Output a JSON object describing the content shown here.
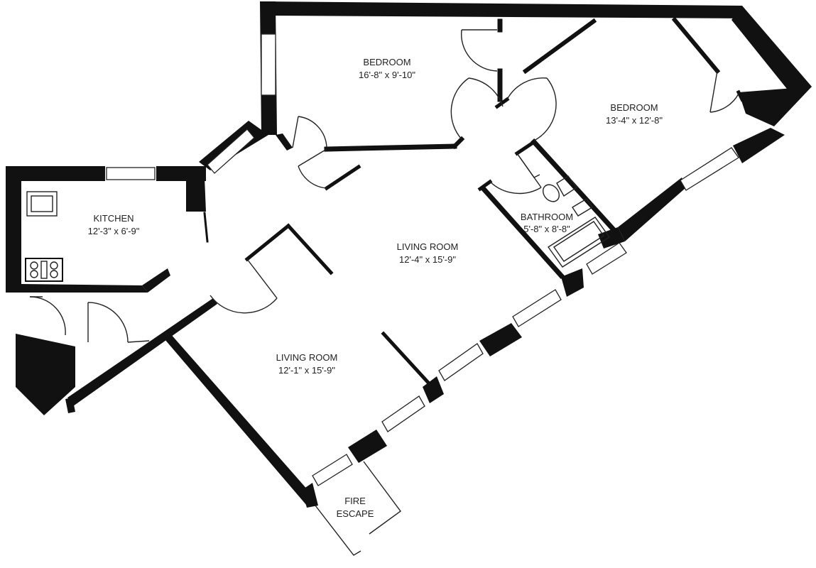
{
  "rooms": {
    "bedroom_1": {
      "name": "BEDROOM",
      "dims": "16'-8\" x 9'-10\""
    },
    "bedroom_2": {
      "name": "BEDROOM",
      "dims": "13'-4\" x 12'-8\""
    },
    "kitchen": {
      "name": "KITCHEN",
      "dims": "12'-3\" x 6'-9\""
    },
    "bathroom": {
      "name": "BATHROOM",
      "dims": "5'-8\" x 8'-8\""
    },
    "living_room_1": {
      "name": "LIVING ROOM",
      "dims": "12'-4\" x 15'-9\""
    },
    "living_room_2": {
      "name": "LIVING ROOM",
      "dims": "12'-1\" x 15'-9\""
    },
    "fire_escape": {
      "line1": "FIRE",
      "line2": "ESCAPE"
    }
  }
}
